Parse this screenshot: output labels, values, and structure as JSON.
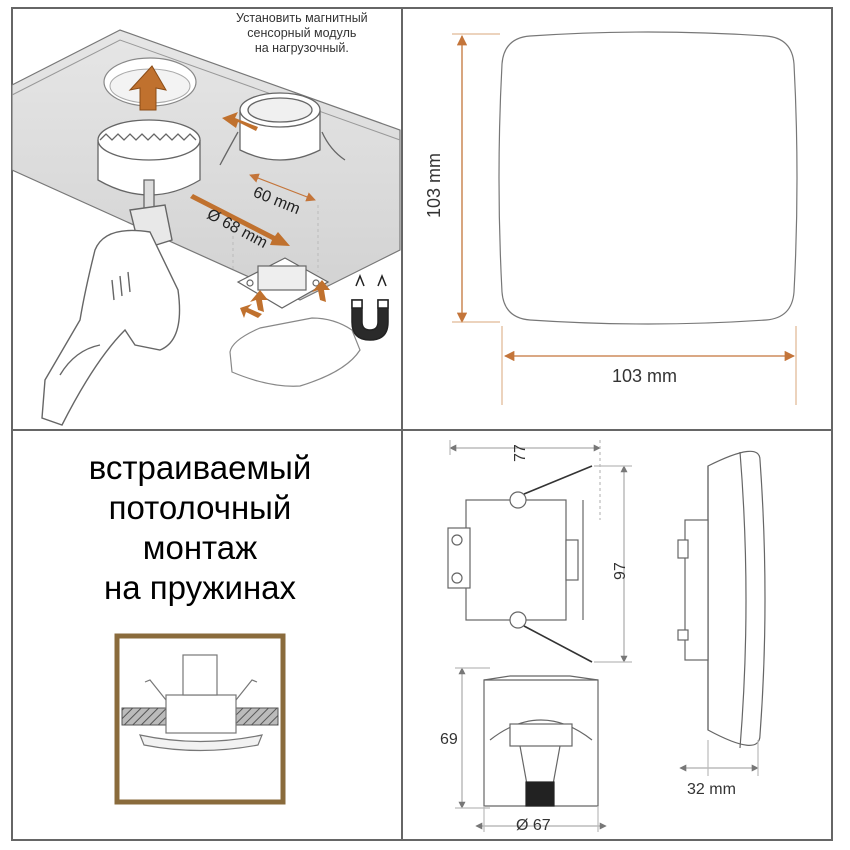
{
  "panels": {
    "installation": {
      "note_lines": [
        "Установить магнитный",
        "сенсорный модуль",
        "на нагрузочный."
      ],
      "hole_diameter_label": "Ø 68 mm",
      "box_size_label": "60 mm"
    },
    "front_view": {
      "height_label": "103 mm",
      "width_label": "103 mm"
    },
    "mounting_type": {
      "text_lines": [
        "встраиваемый",
        "потолочный",
        "монтаж",
        "на пружинах"
      ]
    },
    "technical_drawing": {
      "top_width_label": "77",
      "side_height_label": "97",
      "body_height_label": "69",
      "diameter_label": "Ø 67",
      "depth_label": "32 mm"
    }
  },
  "colors": {
    "accent_arrow": "#c0712e",
    "dimension_line": "#c4753a",
    "frame_border": "#8a6b3c",
    "grid_line": "#666666"
  }
}
